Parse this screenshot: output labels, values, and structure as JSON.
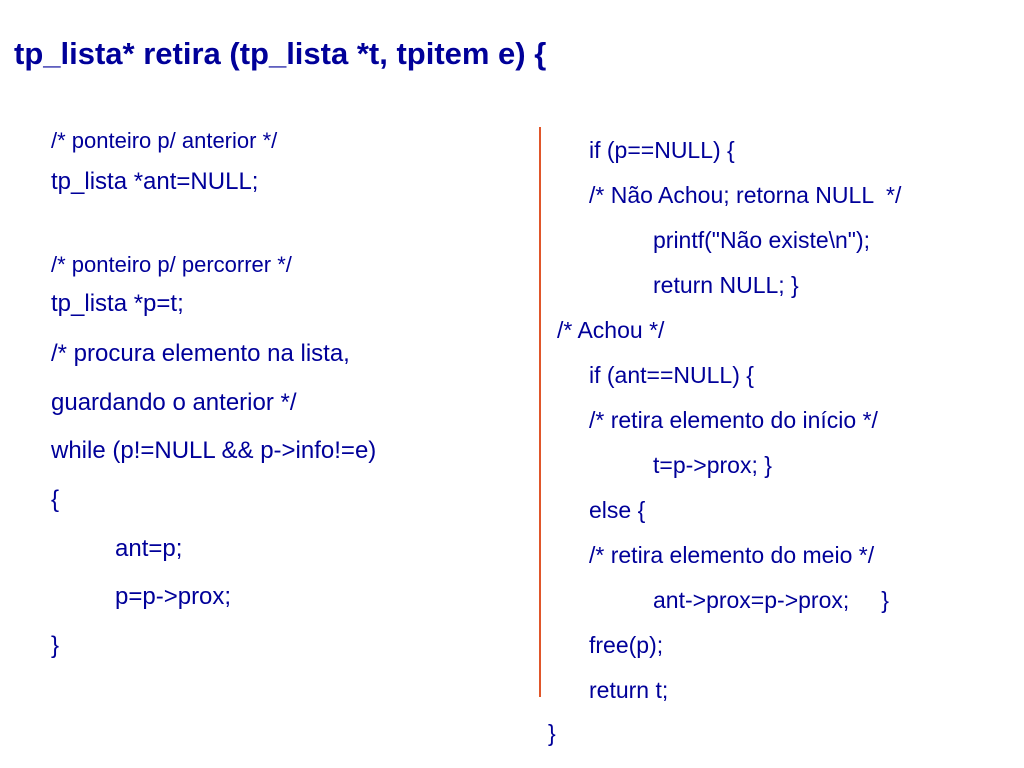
{
  "slide": {
    "title": "tp_lista* retira (tp_lista *t, tpitem e) {",
    "left_code": [
      "/* ponteiro p/ anterior */",
      "tp_lista *ant=NULL;",
      "/* ponteiro p/ percorrer */",
      "tp_lista *p=t;",
      "/* procura elemento na lista,",
      "guardando o anterior */",
      "while (p!=NULL && p->info!=e)",
      "{",
      "ant=p;",
      "p=p->prox;",
      "}"
    ],
    "right_code": [
      "if (p==NULL) {",
      "/* Não Achou; retorna NULL  */",
      "printf(\"Não existe\\n\");",
      "return NULL; }",
      "/* Achou */",
      "if (ant==NULL) {",
      "/* retira elemento do início */",
      "t=p->prox; }",
      "else {",
      "/* retira elemento do meio */",
      "ant->prox=p->prox;     }",
      "free(p);",
      "return t;",
      "}"
    ],
    "colors": {
      "text": "#000099",
      "divider": "#e0562a"
    }
  }
}
